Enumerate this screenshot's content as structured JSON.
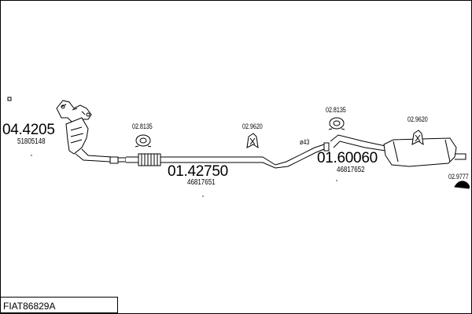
{
  "diagram_id": "FIAT86829A",
  "parts": {
    "front_pipe_catalyst": {
      "code": "04.4205",
      "ref": "51805148"
    },
    "middle_pipe": {
      "code": "01.42750",
      "ref": "46817651"
    },
    "rear_silencer": {
      "code": "01.60060",
      "ref": "46817652"
    }
  },
  "accessories": {
    "clamp_1": "02.8135",
    "rubber_mount_1": "02.9620",
    "clamp_2": "02.8135",
    "rubber_mount_2": "02.9620",
    "buffer": "02.9777",
    "pipe_diameter": "ø43"
  },
  "colors": {
    "line": "#000000",
    "background": "#ffffff"
  }
}
